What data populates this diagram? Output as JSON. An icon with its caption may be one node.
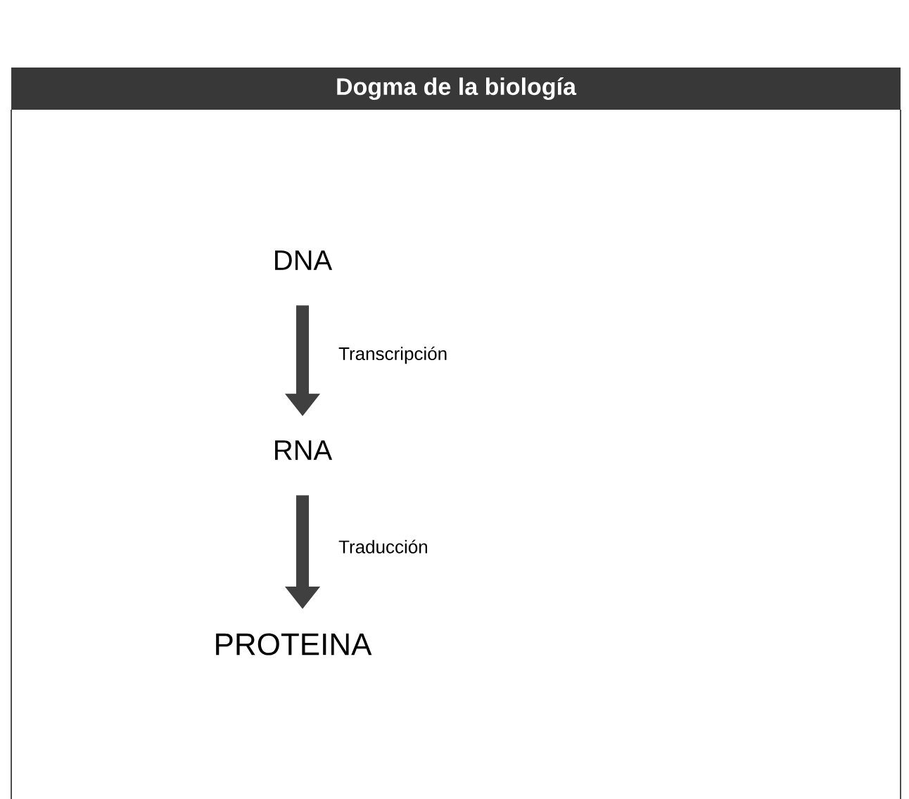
{
  "diagram": {
    "title": "Dogma de la biología",
    "nodes": [
      {
        "text": [
          "DNA"
        ]
      },
      {
        "text": [
          "RNA"
        ]
      },
      {
        "text": [
          "PROTEINA"
        ]
      }
    ],
    "edges": [
      {
        "from": 0,
        "to": 1,
        "arrow": "to",
        "label": "Transcripción"
      },
      {
        "from": 1,
        "to": 2,
        "arrow": "to",
        "label": "Traducción"
      }
    ]
  }
}
